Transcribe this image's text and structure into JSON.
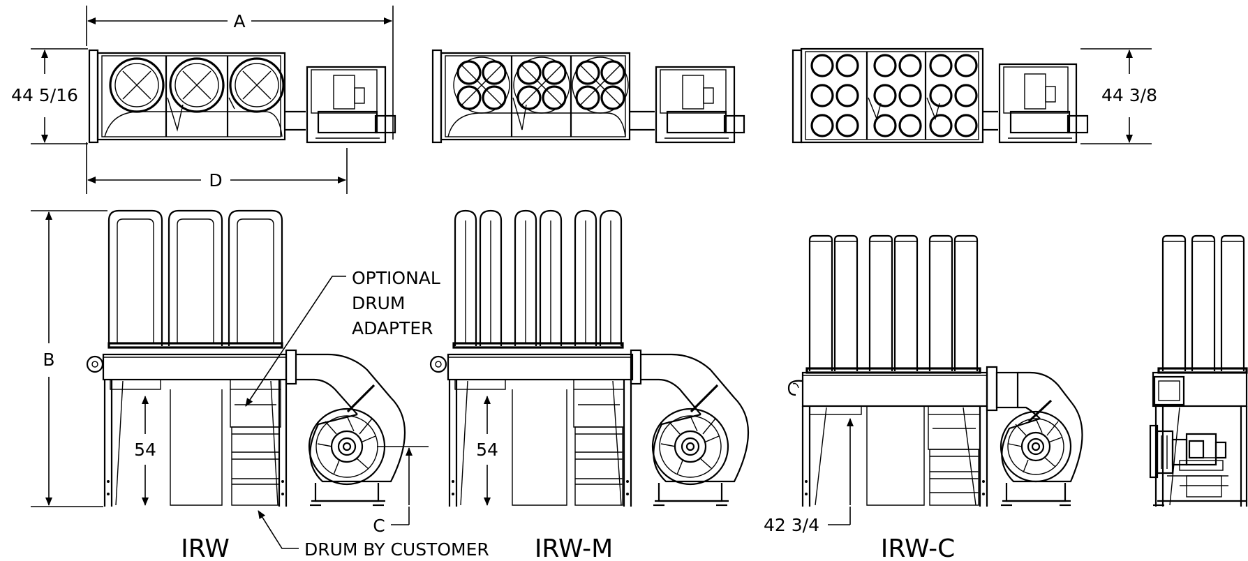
{
  "dimensions": {
    "a": "A",
    "b": "B",
    "c": "C",
    "d": "D",
    "height_irw_top": "44 5/16",
    "height_irwc_top": "44 3/8",
    "drum_height_irw": "54",
    "drum_height_irwm": "54",
    "drum_height_irwc": "42 3/4"
  },
  "callouts": {
    "optional_line1": "OPTIONAL",
    "optional_line2": "DRUM",
    "optional_line3": "ADAPTER",
    "drum_by_customer": "DRUM BY CUSTOMER"
  },
  "models": {
    "irw": "IRW",
    "irw_m": "IRW-M",
    "irw_c": "IRW-C"
  }
}
